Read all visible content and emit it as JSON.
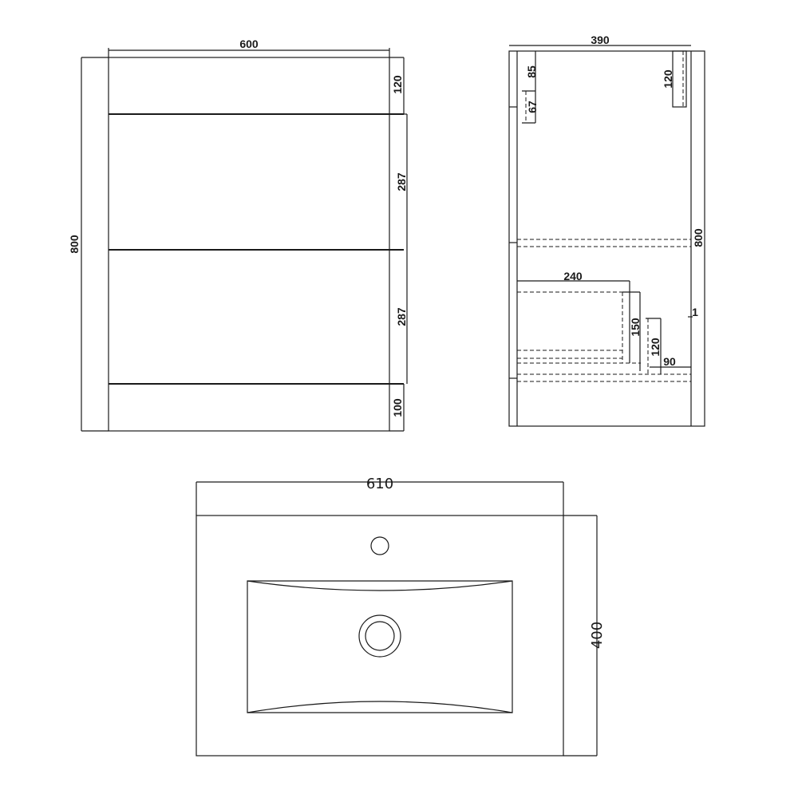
{
  "front_view": {
    "width_label": "600",
    "height_label": "800",
    "sections": [
      "120",
      "287",
      "287",
      "100"
    ]
  },
  "side_view": {
    "depth_label": "390",
    "height_label": "800",
    "top_labels": [
      "85",
      "67",
      "120"
    ],
    "inner_labels": [
      "240",
      "150",
      "120",
      "90",
      "1"
    ]
  },
  "basin_top_view": {
    "width_label": "610",
    "depth_label": "400"
  }
}
